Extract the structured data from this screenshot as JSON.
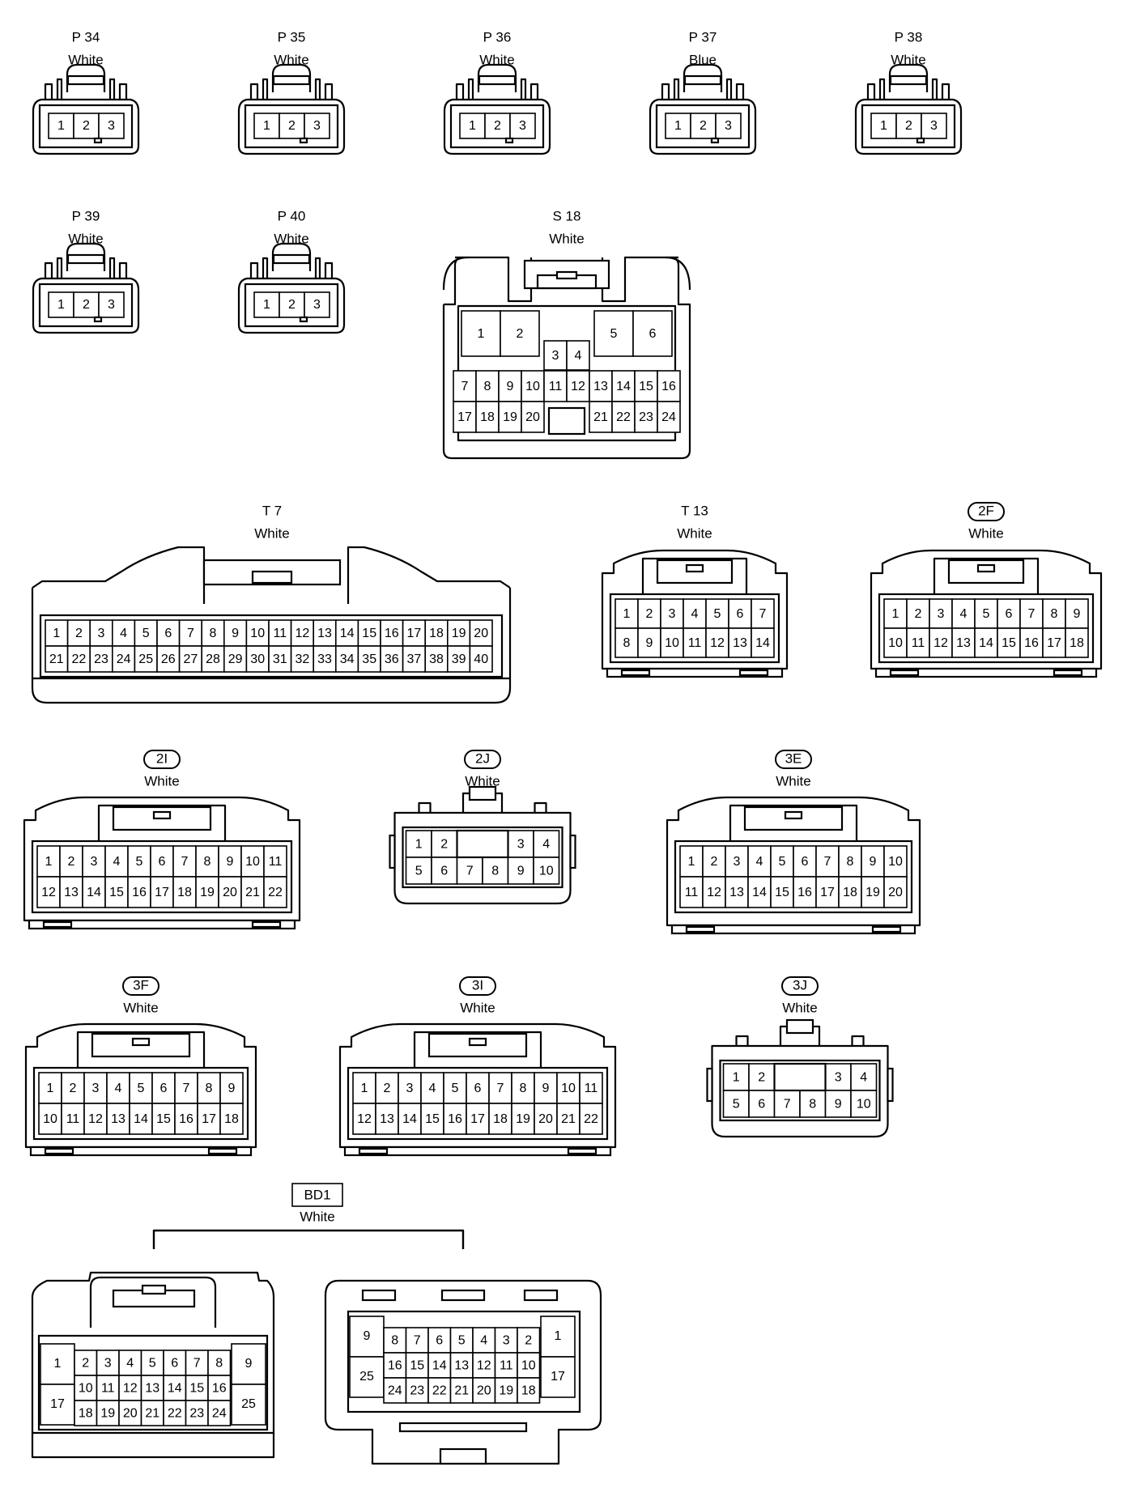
{
  "connectors": [
    {
      "id": "P 34",
      "color": "White",
      "pins": [
        "1",
        "2",
        "3"
      ]
    },
    {
      "id": "P 35",
      "color": "White",
      "pins": [
        "1",
        "2",
        "3"
      ]
    },
    {
      "id": "P 36",
      "color": "White",
      "pins": [
        "1",
        "2",
        "3"
      ]
    },
    {
      "id": "P 37",
      "color": "Blue",
      "pins": [
        "1",
        "2",
        "3"
      ]
    },
    {
      "id": "P 38",
      "color": "White",
      "pins": [
        "1",
        "2",
        "3"
      ]
    },
    {
      "id": "P 39",
      "color": "White",
      "pins": [
        "1",
        "2",
        "3"
      ]
    },
    {
      "id": "P 40",
      "color": "White",
      "pins": [
        "1",
        "2",
        "3"
      ]
    },
    {
      "id": "S 18",
      "color": "White",
      "pins": [
        "1",
        "2",
        "3",
        "4",
        "5",
        "6",
        "7",
        "8",
        "9",
        "10",
        "11",
        "12",
        "13",
        "14",
        "15",
        "16",
        "17",
        "18",
        "19",
        "20",
        "21",
        "22",
        "23",
        "24"
      ]
    },
    {
      "id": "T 7",
      "color": "White",
      "rows": [
        [
          "1",
          "2",
          "3",
          "4",
          "5",
          "6",
          "7",
          "8",
          "9",
          "10",
          "11",
          "12",
          "13",
          "14",
          "15",
          "16",
          "17",
          "18",
          "19",
          "20"
        ],
        [
          "21",
          "22",
          "23",
          "24",
          "25",
          "26",
          "27",
          "28",
          "29",
          "30",
          "31",
          "32",
          "33",
          "34",
          "35",
          "36",
          "37",
          "38",
          "39",
          "40"
        ]
      ]
    },
    {
      "id": "T 13",
      "color": "White",
      "rows": [
        [
          "1",
          "2",
          "3",
          "4",
          "5",
          "6",
          "7"
        ],
        [
          "8",
          "9",
          "10",
          "11",
          "12",
          "13",
          "14"
        ]
      ]
    },
    {
      "id": "2F",
      "color": "White",
      "badge": true,
      "rows": [
        [
          "1",
          "2",
          "3",
          "4",
          "5",
          "6",
          "7",
          "8",
          "9"
        ],
        [
          "10",
          "11",
          "12",
          "13",
          "14",
          "15",
          "16",
          "17",
          "18"
        ]
      ]
    },
    {
      "id": "2I",
      "color": "White",
      "badge": true,
      "rows": [
        [
          "1",
          "2",
          "3",
          "4",
          "5",
          "6",
          "7",
          "8",
          "9",
          "10",
          "11"
        ],
        [
          "12",
          "13",
          "14",
          "15",
          "16",
          "17",
          "18",
          "19",
          "20",
          "21",
          "22"
        ]
      ]
    },
    {
      "id": "2J",
      "color": "White",
      "badge": true,
      "rows": [
        [
          "1",
          "2",
          "",
          "",
          "3",
          "4"
        ],
        [
          "5",
          "6",
          "7",
          "8",
          "9",
          "10"
        ]
      ]
    },
    {
      "id": "3E",
      "color": "White",
      "badge": true,
      "rows": [
        [
          "1",
          "2",
          "3",
          "4",
          "5",
          "6",
          "7",
          "8",
          "9",
          "10"
        ],
        [
          "11",
          "12",
          "13",
          "14",
          "15",
          "16",
          "17",
          "18",
          "19",
          "20"
        ]
      ]
    },
    {
      "id": "3F",
      "color": "White",
      "badge": true,
      "rows": [
        [
          "1",
          "2",
          "3",
          "4",
          "5",
          "6",
          "7",
          "8",
          "9"
        ],
        [
          "10",
          "11",
          "12",
          "13",
          "14",
          "15",
          "16",
          "17",
          "18"
        ]
      ]
    },
    {
      "id": "3I",
      "color": "White",
      "badge": true,
      "rows": [
        [
          "1",
          "2",
          "3",
          "4",
          "5",
          "6",
          "7",
          "8",
          "9",
          "10",
          "11"
        ],
        [
          "12",
          "13",
          "14",
          "15",
          "16",
          "17",
          "18",
          "19",
          "20",
          "21",
          "22"
        ]
      ]
    },
    {
      "id": "3J",
      "color": "White",
      "badge": true,
      "rows": [
        [
          "1",
          "2",
          "",
          "",
          "3",
          "4"
        ],
        [
          "5",
          "6",
          "7",
          "8",
          "9",
          "10"
        ]
      ]
    },
    {
      "id": "BD1",
      "color": "White",
      "boxed": true,
      "left": {
        "side_left": [
          "1",
          "17"
        ],
        "side_right": [
          "9",
          "25"
        ],
        "rows": [
          [
            "2",
            "3",
            "4",
            "5",
            "6",
            "7",
            "8"
          ],
          [
            "10",
            "11",
            "12",
            "13",
            "14",
            "15",
            "16"
          ],
          [
            "18",
            "19",
            "20",
            "21",
            "22",
            "23",
            "24"
          ]
        ]
      },
      "right": {
        "side_left": [
          "9",
          "25"
        ],
        "side_right": [
          "1",
          "17"
        ],
        "rows": [
          [
            "8",
            "7",
            "6",
            "5",
            "4",
            "3",
            "2"
          ],
          [
            "16",
            "15",
            "14",
            "13",
            "12",
            "11",
            "10"
          ],
          [
            "24",
            "23",
            "22",
            "21",
            "20",
            "19",
            "18"
          ]
        ]
      }
    }
  ]
}
